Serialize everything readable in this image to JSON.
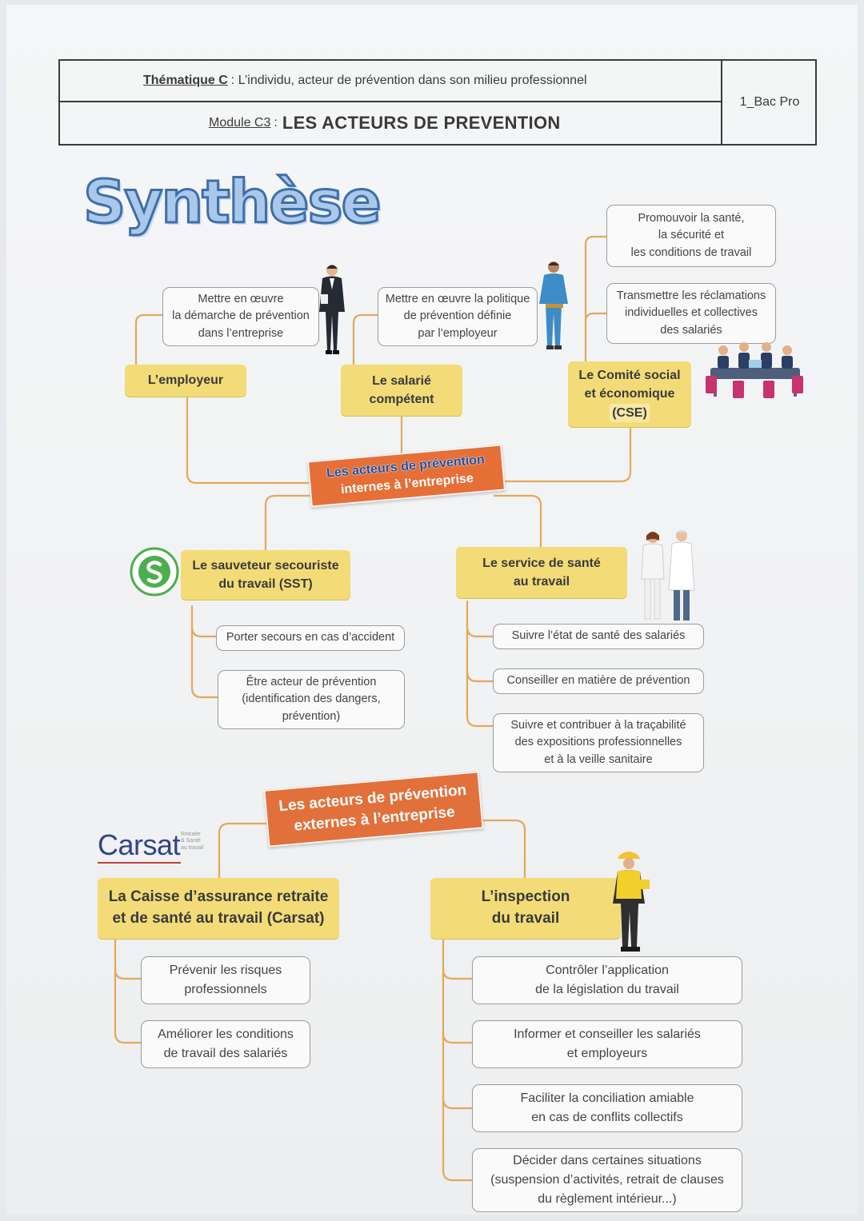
{
  "header": {
    "theme_label": "Thématique C",
    "theme_text": ": L’individu, acteur de prévention dans son milieu professionnel",
    "module_label": "Module C3",
    "module_sep": ":",
    "module_title": "LES ACTEURS DE PREVENTION",
    "level": "1_Bac Pro"
  },
  "title": "Synthèse",
  "internal": {
    "label_line1": "Les acteurs de prévention",
    "label_line2": "internes à l’entreprise",
    "employeur": {
      "name": "L’employeur",
      "task": [
        "Mettre en œuvre",
        "la démarche de prévention",
        "dans l’entreprise"
      ]
    },
    "salarie": {
      "name": [
        "Le salarié",
        "compétent"
      ],
      "task": [
        "Mettre en œuvre la politique",
        "de prévention définie",
        "par l’employeur"
      ]
    },
    "cse": {
      "name": [
        "Le Comité social",
        "et économique",
        "(CSE)"
      ],
      "tasks": [
        [
          "Promouvoir la santé,",
          "la sécurité et",
          "les conditions de travail"
        ],
        [
          "Transmettre les réclamations",
          "individuelles et collectives",
          "des salariés"
        ]
      ]
    },
    "sst": {
      "name": [
        "Le sauveteur secouriste",
        "du travail (SST)"
      ],
      "tasks": [
        [
          "Porter secours en cas d’accident"
        ],
        [
          "Être acteur de prévention",
          "(identification des dangers,",
          "prévention)"
        ]
      ]
    },
    "sante": {
      "name": [
        "Le service de santé",
        "au travail"
      ],
      "tasks": [
        [
          "Suivre l’état de santé des salariés"
        ],
        [
          "Conseiller en matière de prévention"
        ],
        [
          "Suivre et contribuer à la traçabilité",
          "des expositions professionnelles",
          "et à la veille sanitaire"
        ]
      ]
    }
  },
  "external": {
    "label_line1": "Les acteurs de prévention",
    "label_line2": "externes à l’entreprise",
    "carsat_logo": "Carsat",
    "carsat_logo_sub": [
      "Retraite",
      "& Santé",
      "au travail"
    ],
    "carsat": {
      "name": [
        "La Caisse d’assurance retraite",
        "et de santé au travail (Carsat)"
      ],
      "tasks": [
        [
          "Prévenir les risques",
          "professionnels"
        ],
        [
          "Améliorer les conditions",
          "de travail des salariés"
        ]
      ]
    },
    "inspection": {
      "name": [
        "L’inspection",
        "du travail"
      ],
      "tasks": [
        [
          "Contrôler l’application",
          "de la législation du travail"
        ],
        [
          "Informer et conseiller les salariés",
          "et employeurs"
        ],
        [
          "Faciliter la conciliation amiable",
          "en cas de conflits collectifs"
        ],
        [
          "Décider dans certaines situations",
          "(suspension d’activités, retrait de clauses",
          "du règlement intérieur...)"
        ]
      ]
    }
  },
  "colors": {
    "yellow": "#f3dc78",
    "orange": "#e2703b",
    "line": "#e3a85c",
    "sst_green": "#4cae4c",
    "carsat_blue": "#35428a"
  }
}
